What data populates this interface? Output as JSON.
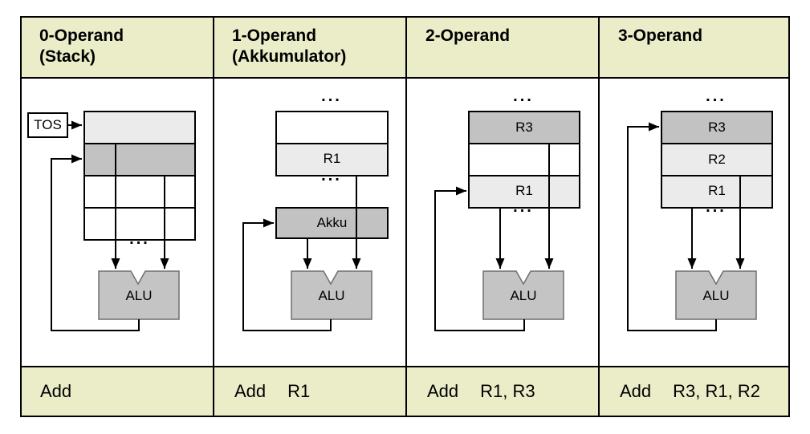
{
  "colors": {
    "header_bg": "#ebedc8",
    "cell_light": "#ebebeb",
    "cell_dark": "#c2c2c2",
    "alu_fill": "#c4c4c4",
    "alu_border": "#6e6e6e",
    "line_color": "#000000"
  },
  "columns": [
    {
      "header": {
        "line1": "0-Operand",
        "line2": "(Stack)"
      },
      "instruction": {
        "mnemonic": "Add",
        "operands": ""
      },
      "tos_label": "TOS",
      "cells": [
        "",
        "",
        "",
        ""
      ],
      "dots_bottom": "...",
      "alu_label": "ALU"
    },
    {
      "header": {
        "line1": "1-Operand",
        "line2": "(Akkumulator)"
      },
      "instruction": {
        "mnemonic": "Add",
        "operands": "R1"
      },
      "dots_top": "...",
      "cells": [
        "",
        "R1"
      ],
      "dots_bottom": "...",
      "akku_label": "Akku",
      "alu_label": "ALU"
    },
    {
      "header": {
        "line1": "2-Operand",
        "line2": ""
      },
      "instruction": {
        "mnemonic": "Add",
        "operands": "R1, R3"
      },
      "dots_top": "...",
      "cells": [
        "R3",
        "",
        "R1"
      ],
      "dots_bottom": "...",
      "alu_label": "ALU"
    },
    {
      "header": {
        "line1": "3-Operand",
        "line2": ""
      },
      "instruction": {
        "mnemonic": "Add",
        "operands": "R3, R1, R2"
      },
      "dots_top": "...",
      "cells": [
        "R3",
        "R2",
        "R1"
      ],
      "dots_bottom": "...",
      "alu_label": "ALU"
    }
  ]
}
